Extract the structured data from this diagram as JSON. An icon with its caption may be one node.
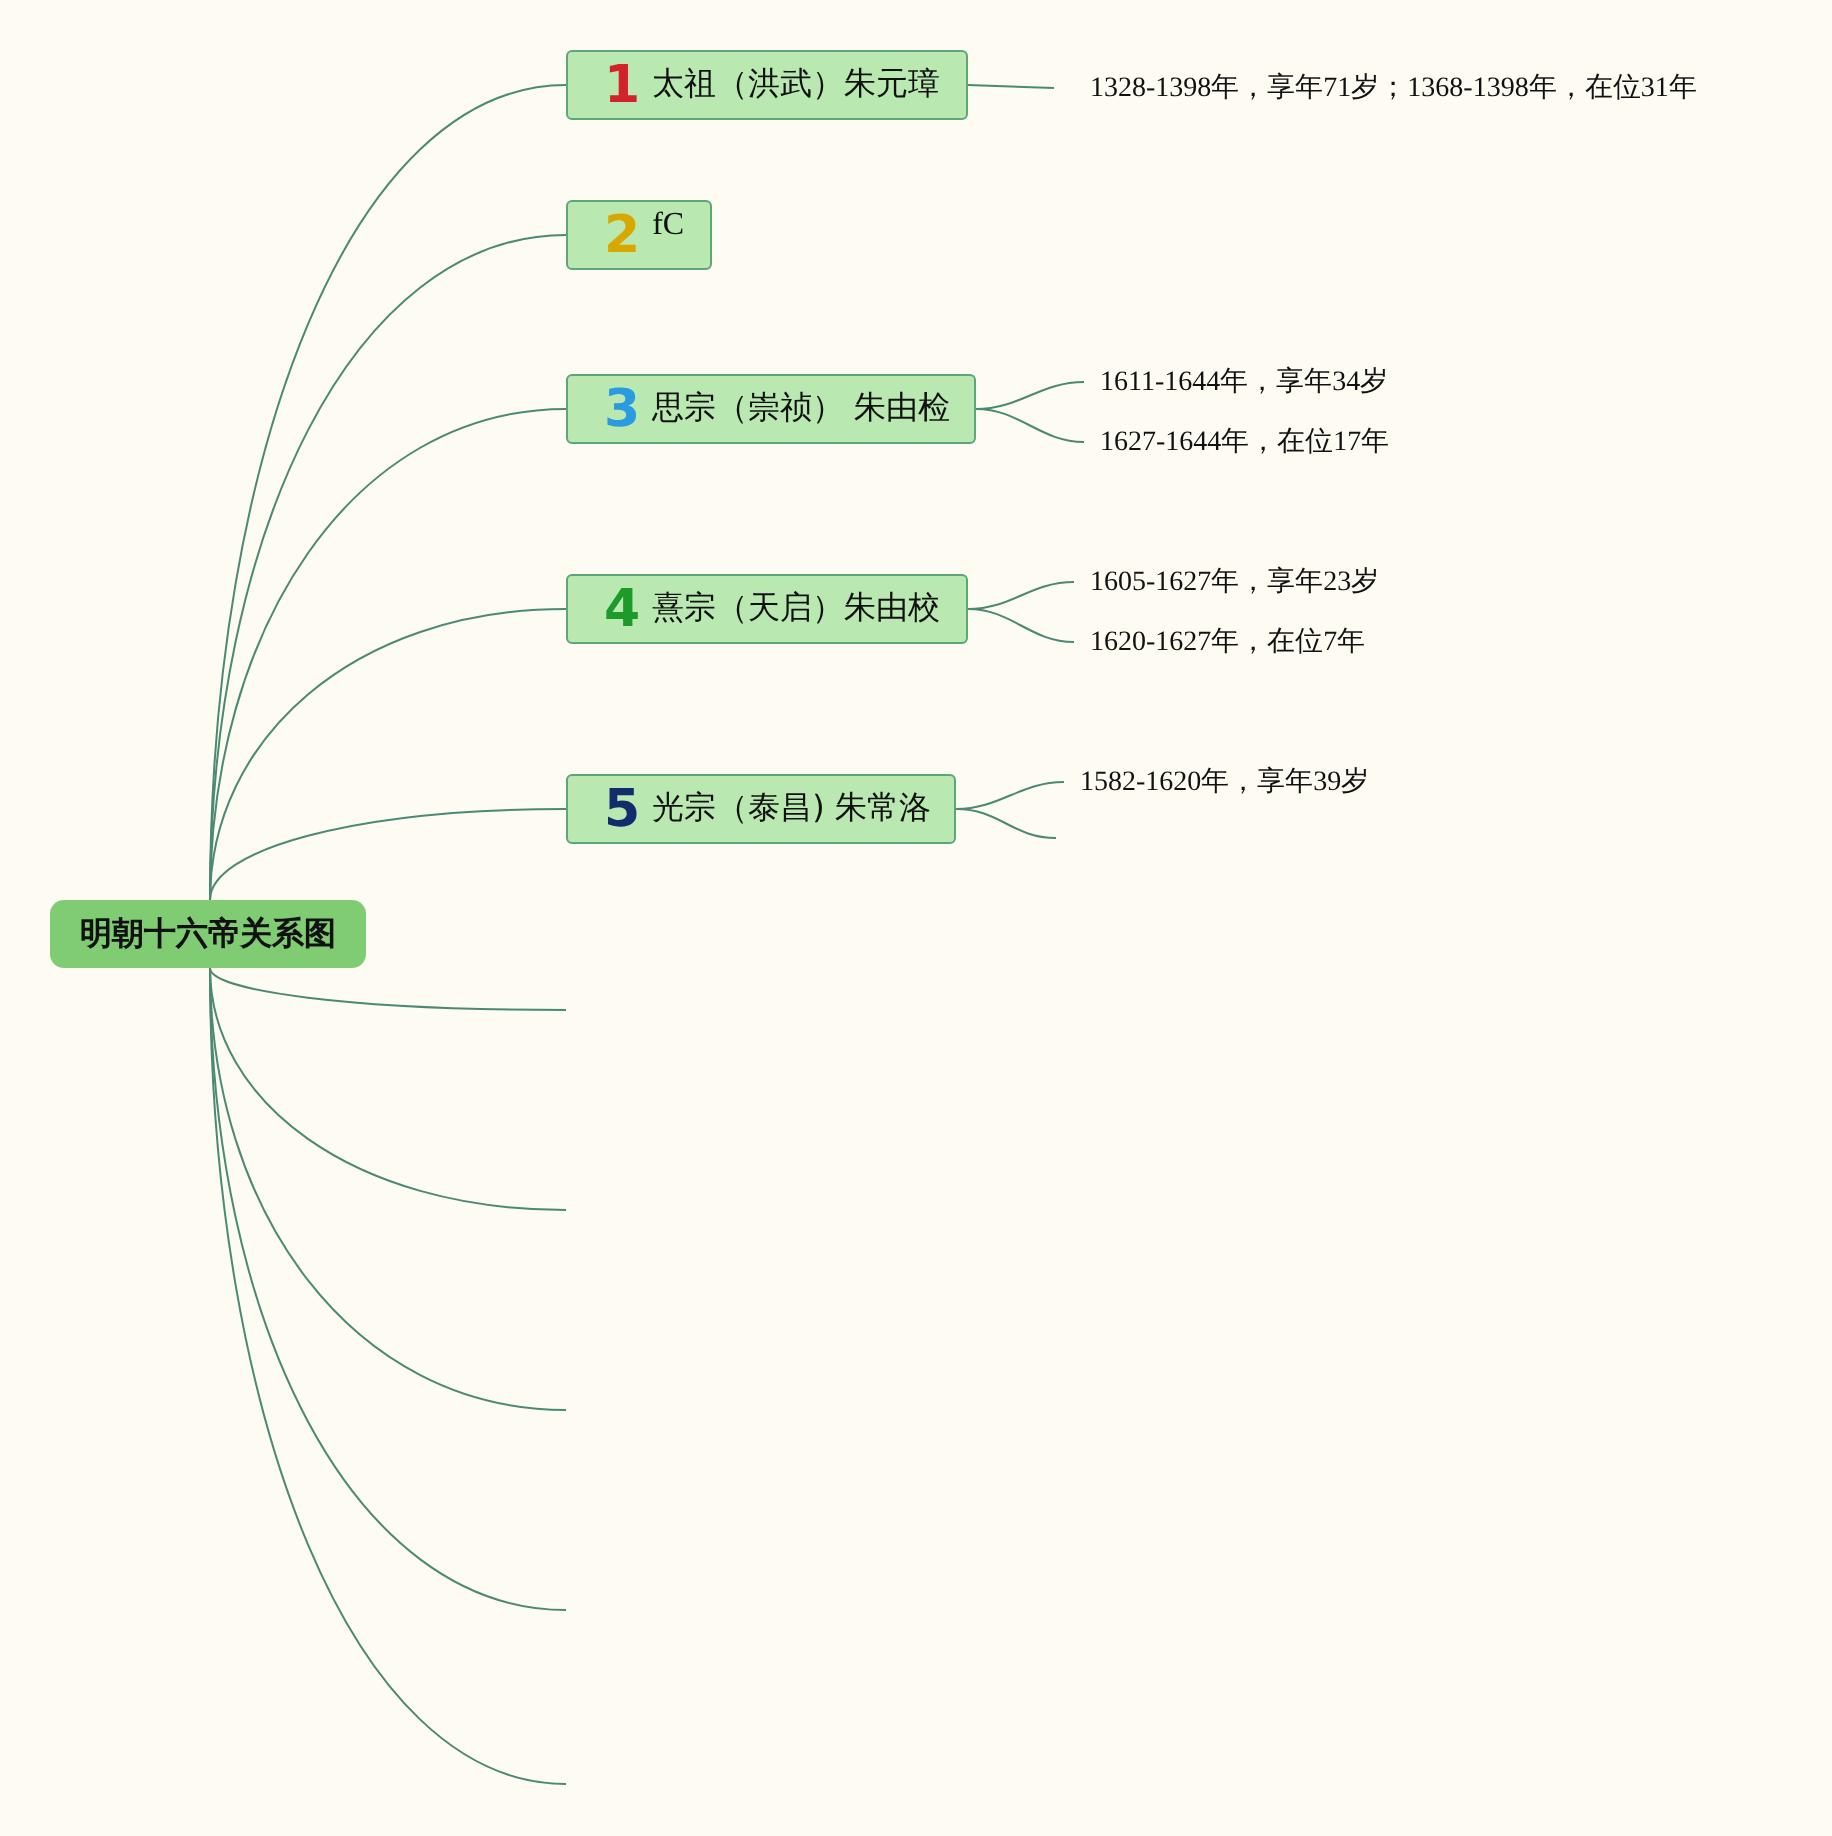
{
  "diagram": {
    "nodes": [
      {
        "text": [
          "明朝十六帝关系图"
        ]
      },
      {
        "text": [
          "1",
          "太祖（洪武）朱元璋"
        ]
      },
      {
        "text": [
          "2",
          "fC"
        ]
      },
      {
        "text": [
          "3",
          "思宗（崇祯） 朱由检"
        ]
      },
      {
        "text": [
          "4",
          "熹宗（天启）朱由校"
        ]
      },
      {
        "text": [
          "5",
          "光宗（泰昌) 朱常洛"
        ]
      },
      {
        "text": [
          "1328-1398年，享年71岁；1368-1398年，在位31年"
        ]
      },
      {
        "text": [
          "1611-1644年，享年34岁"
        ]
      },
      {
        "text": [
          "1627-1644年，在位17年"
        ]
      },
      {
        "text": [
          "1605-1627年，享年23岁"
        ]
      },
      {
        "text": [
          "1620-1627年，在位7年"
        ]
      },
      {
        "text": [
          "1582-1620年，享年39岁"
        ]
      }
    ],
    "edges": [
      {
        "from": 0,
        "to": 1,
        "arrow": "none"
      },
      {
        "from": 0,
        "to": 2,
        "arrow": "none"
      },
      {
        "from": 0,
        "to": 3,
        "arrow": "none"
      },
      {
        "from": 0,
        "to": 4,
        "arrow": "none"
      },
      {
        "from": 0,
        "to": 5,
        "arrow": "none"
      },
      {
        "from": 0,
        "to": null,
        "arrow": "none"
      },
      {
        "from": 0,
        "to": null,
        "arrow": "none"
      },
      {
        "from": 0,
        "to": null,
        "arrow": "none"
      },
      {
        "from": 0,
        "to": null,
        "arrow": "none"
      },
      {
        "from": 0,
        "to": null,
        "arrow": "none"
      },
      {
        "from": 1,
        "to": 6,
        "arrow": "none"
      },
      {
        "from": 3,
        "to": 7,
        "arrow": "none"
      },
      {
        "from": 3,
        "to": 8,
        "arrow": "none"
      },
      {
        "from": 4,
        "to": 9,
        "arrow": "none"
      },
      {
        "from": 4,
        "to": 10,
        "arrow": "none"
      },
      {
        "from": 5,
        "to": 11,
        "arrow": "none"
      },
      {
        "from": 5,
        "to": null,
        "arrow": "none"
      }
    ]
  }
}
